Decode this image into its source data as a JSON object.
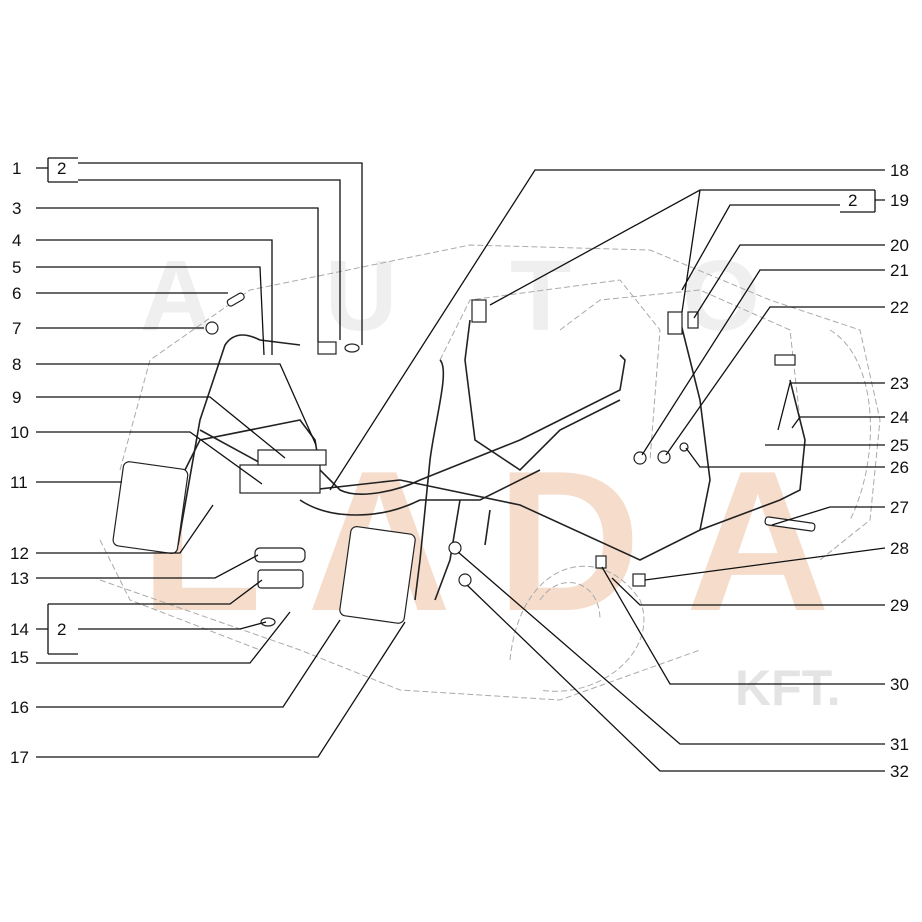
{
  "watermark": {
    "main": "LADA",
    "top": "AUTO",
    "suffix": "KFT.",
    "color": "#f4d9c6"
  },
  "labels": {
    "left": [
      "1",
      "3",
      "4",
      "5",
      "6",
      "7",
      "8",
      "9",
      "10",
      "11",
      "12",
      "13",
      "14",
      "15",
      "16",
      "17"
    ],
    "right": [
      "18",
      "19",
      "20",
      "21",
      "22",
      "23",
      "24",
      "25",
      "26",
      "27",
      "28",
      "29",
      "30",
      "31",
      "32"
    ],
    "group_box_1": "2",
    "group_box_14": "2",
    "group_box_19": "2"
  }
}
